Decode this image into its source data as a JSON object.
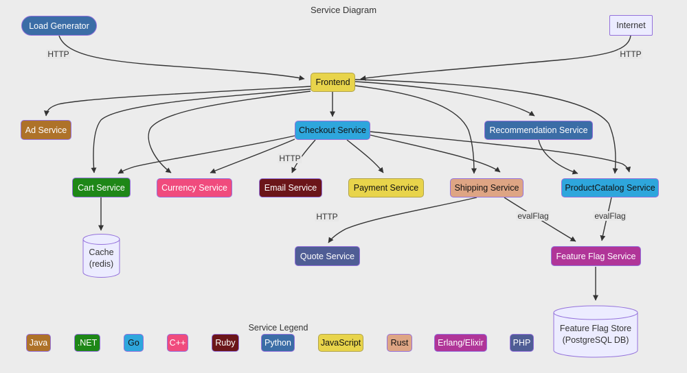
{
  "title": "Service Diagram",
  "nodes": {
    "load_generator": {
      "label": "Load Generator",
      "bg": "#3b6da6",
      "fg": "#ffffff"
    },
    "internet": {
      "label": "Internet",
      "bg": "#ececff",
      "fg": "#333333"
    },
    "frontend": {
      "label": "Frontend",
      "bg": "#e8d44b",
      "fg": "#111111"
    },
    "ad": {
      "label": "Ad Service",
      "bg": "#ae7229",
      "fg": "#ffffff"
    },
    "checkout": {
      "label": "Checkout Service",
      "bg": "#2ea6dc",
      "fg": "#111111"
    },
    "recommendation": {
      "label": "Recommendation Service",
      "bg": "#3b6da6",
      "fg": "#ffffff"
    },
    "cart": {
      "label": "Cart Service",
      "bg": "#1e8717",
      "fg": "#ffffff"
    },
    "currency": {
      "label": "Currency Service",
      "bg": "#f04b7d",
      "fg": "#ffffff"
    },
    "email": {
      "label": "Email Service",
      "bg": "#6b1519",
      "fg": "#ffffff"
    },
    "payment": {
      "label": "Payment Service",
      "bg": "#e8d44b",
      "fg": "#111111"
    },
    "shipping": {
      "label": "Shipping Service",
      "bg": "#dea584",
      "fg": "#111111"
    },
    "productcatalog": {
      "label": "ProductCatalog Service",
      "bg": "#2ea6dc",
      "fg": "#111111"
    },
    "quote": {
      "label": "Quote Service",
      "bg": "#4f5d95",
      "fg": "#ffffff"
    },
    "featureflag": {
      "label": "Feature Flag Service",
      "bg": "#b03598",
      "fg": "#ffffff"
    },
    "cache": {
      "line1": "Cache",
      "line2": "(redis)"
    },
    "featureflagstore": {
      "line1": "Feature Flag Store",
      "line2": "(PostgreSQL DB)"
    }
  },
  "edge_labels": {
    "http_load_generator": "HTTP",
    "http_internet": "HTTP",
    "http_checkout_email": "HTTP",
    "http_shipping_quote": "HTTP",
    "evalflag_shipping": "evalFlag",
    "evalflag_productcatalog": "evalFlag"
  },
  "edges": [
    {
      "from": "Load Generator",
      "to": "Frontend",
      "label": "HTTP"
    },
    {
      "from": "Internet",
      "to": "Frontend",
      "label": "HTTP"
    },
    {
      "from": "Frontend",
      "to": "Ad Service"
    },
    {
      "from": "Frontend",
      "to": "Checkout Service"
    },
    {
      "from": "Frontend",
      "to": "Cart Service"
    },
    {
      "from": "Frontend",
      "to": "Currency Service"
    },
    {
      "from": "Frontend",
      "to": "Recommendation Service"
    },
    {
      "from": "Frontend",
      "to": "Shipping Service"
    },
    {
      "from": "Frontend",
      "to": "ProductCatalog Service"
    },
    {
      "from": "Checkout Service",
      "to": "Cart Service"
    },
    {
      "from": "Checkout Service",
      "to": "Currency Service"
    },
    {
      "from": "Checkout Service",
      "to": "Email Service",
      "label": "HTTP"
    },
    {
      "from": "Checkout Service",
      "to": "Payment Service"
    },
    {
      "from": "Checkout Service",
      "to": "Shipping Service"
    },
    {
      "from": "Checkout Service",
      "to": "ProductCatalog Service"
    },
    {
      "from": "Recommendation Service",
      "to": "ProductCatalog Service"
    },
    {
      "from": "Cart Service",
      "to": "Cache (redis)"
    },
    {
      "from": "Shipping Service",
      "to": "Quote Service",
      "label": "HTTP"
    },
    {
      "from": "Shipping Service",
      "to": "Feature Flag Service",
      "label": "evalFlag"
    },
    {
      "from": "ProductCatalog Service",
      "to": "Feature Flag Service",
      "label": "evalFlag"
    },
    {
      "from": "Feature Flag Service",
      "to": "Feature Flag Store (PostgreSQL DB)"
    }
  ],
  "legend": {
    "title": "Service Legend",
    "items": [
      {
        "label": "Java",
        "bg": "#ae7229",
        "fg": "#ffffff"
      },
      {
        "label": ".NET",
        "bg": "#1e8717",
        "fg": "#ffffff"
      },
      {
        "label": "Go",
        "bg": "#2ea6dc",
        "fg": "#111111"
      },
      {
        "label": "C++",
        "bg": "#f04b7d",
        "fg": "#ffffff"
      },
      {
        "label": "Ruby",
        "bg": "#6b1519",
        "fg": "#ffffff"
      },
      {
        "label": "Python",
        "bg": "#3b6da6",
        "fg": "#ffffff"
      },
      {
        "label": "JavaScript",
        "bg": "#e8d44b",
        "fg": "#111111"
      },
      {
        "label": "Rust",
        "bg": "#dea584",
        "fg": "#111111"
      },
      {
        "label": "Erlang/Elixir",
        "bg": "#b03598",
        "fg": "#ffffff"
      },
      {
        "label": "PHP",
        "bg": "#4f5d95",
        "fg": "#ffffff"
      }
    ]
  },
  "colors": {
    "background": "#ececec",
    "edge": "#333333",
    "datastore_fill": "#ececff",
    "datastore_stroke": "#9370db",
    "edge_label_bg": "#e8e8e8"
  }
}
